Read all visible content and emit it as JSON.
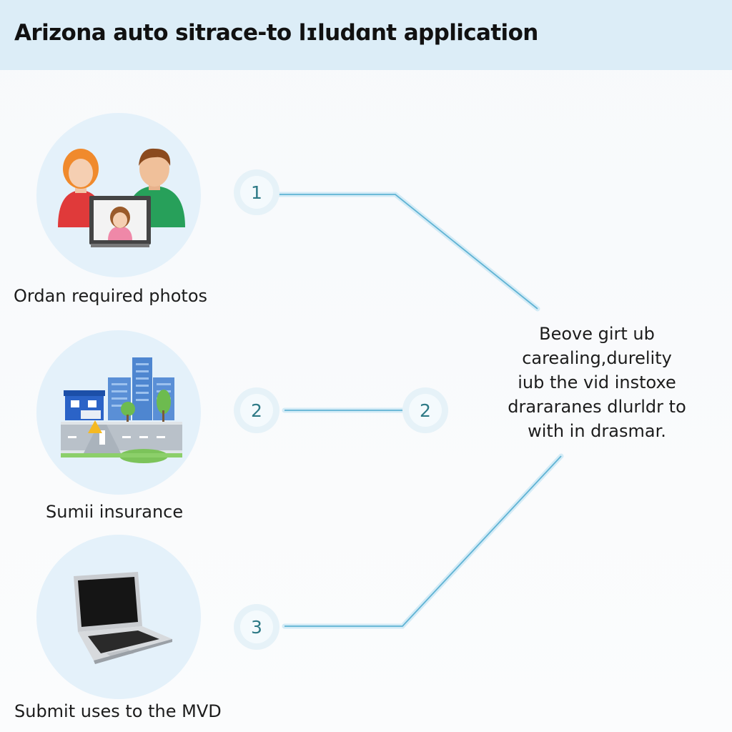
{
  "header": {
    "title": "Arizona auto sitrace-to lɪludɑnt application"
  },
  "steps": [
    {
      "label": "Ordan required photos",
      "icon": "family-photo-icon"
    },
    {
      "label": "Sumii insurance",
      "icon": "city-road-icon"
    },
    {
      "label": "Submit uses to the MVD",
      "icon": "laptop-icon"
    }
  ],
  "badges": [
    "1",
    "2",
    "2",
    "3"
  ],
  "description": "Beove girt ub\ncarealing,durelity\niub the vid instoxe\ndrararanes dlurldr to\nwith in drasmar.",
  "colors": {
    "header": "#dcedf7",
    "circle": "#e4f1fa",
    "connector": "#5fb3d4",
    "badge_text": "#2e7a86"
  }
}
